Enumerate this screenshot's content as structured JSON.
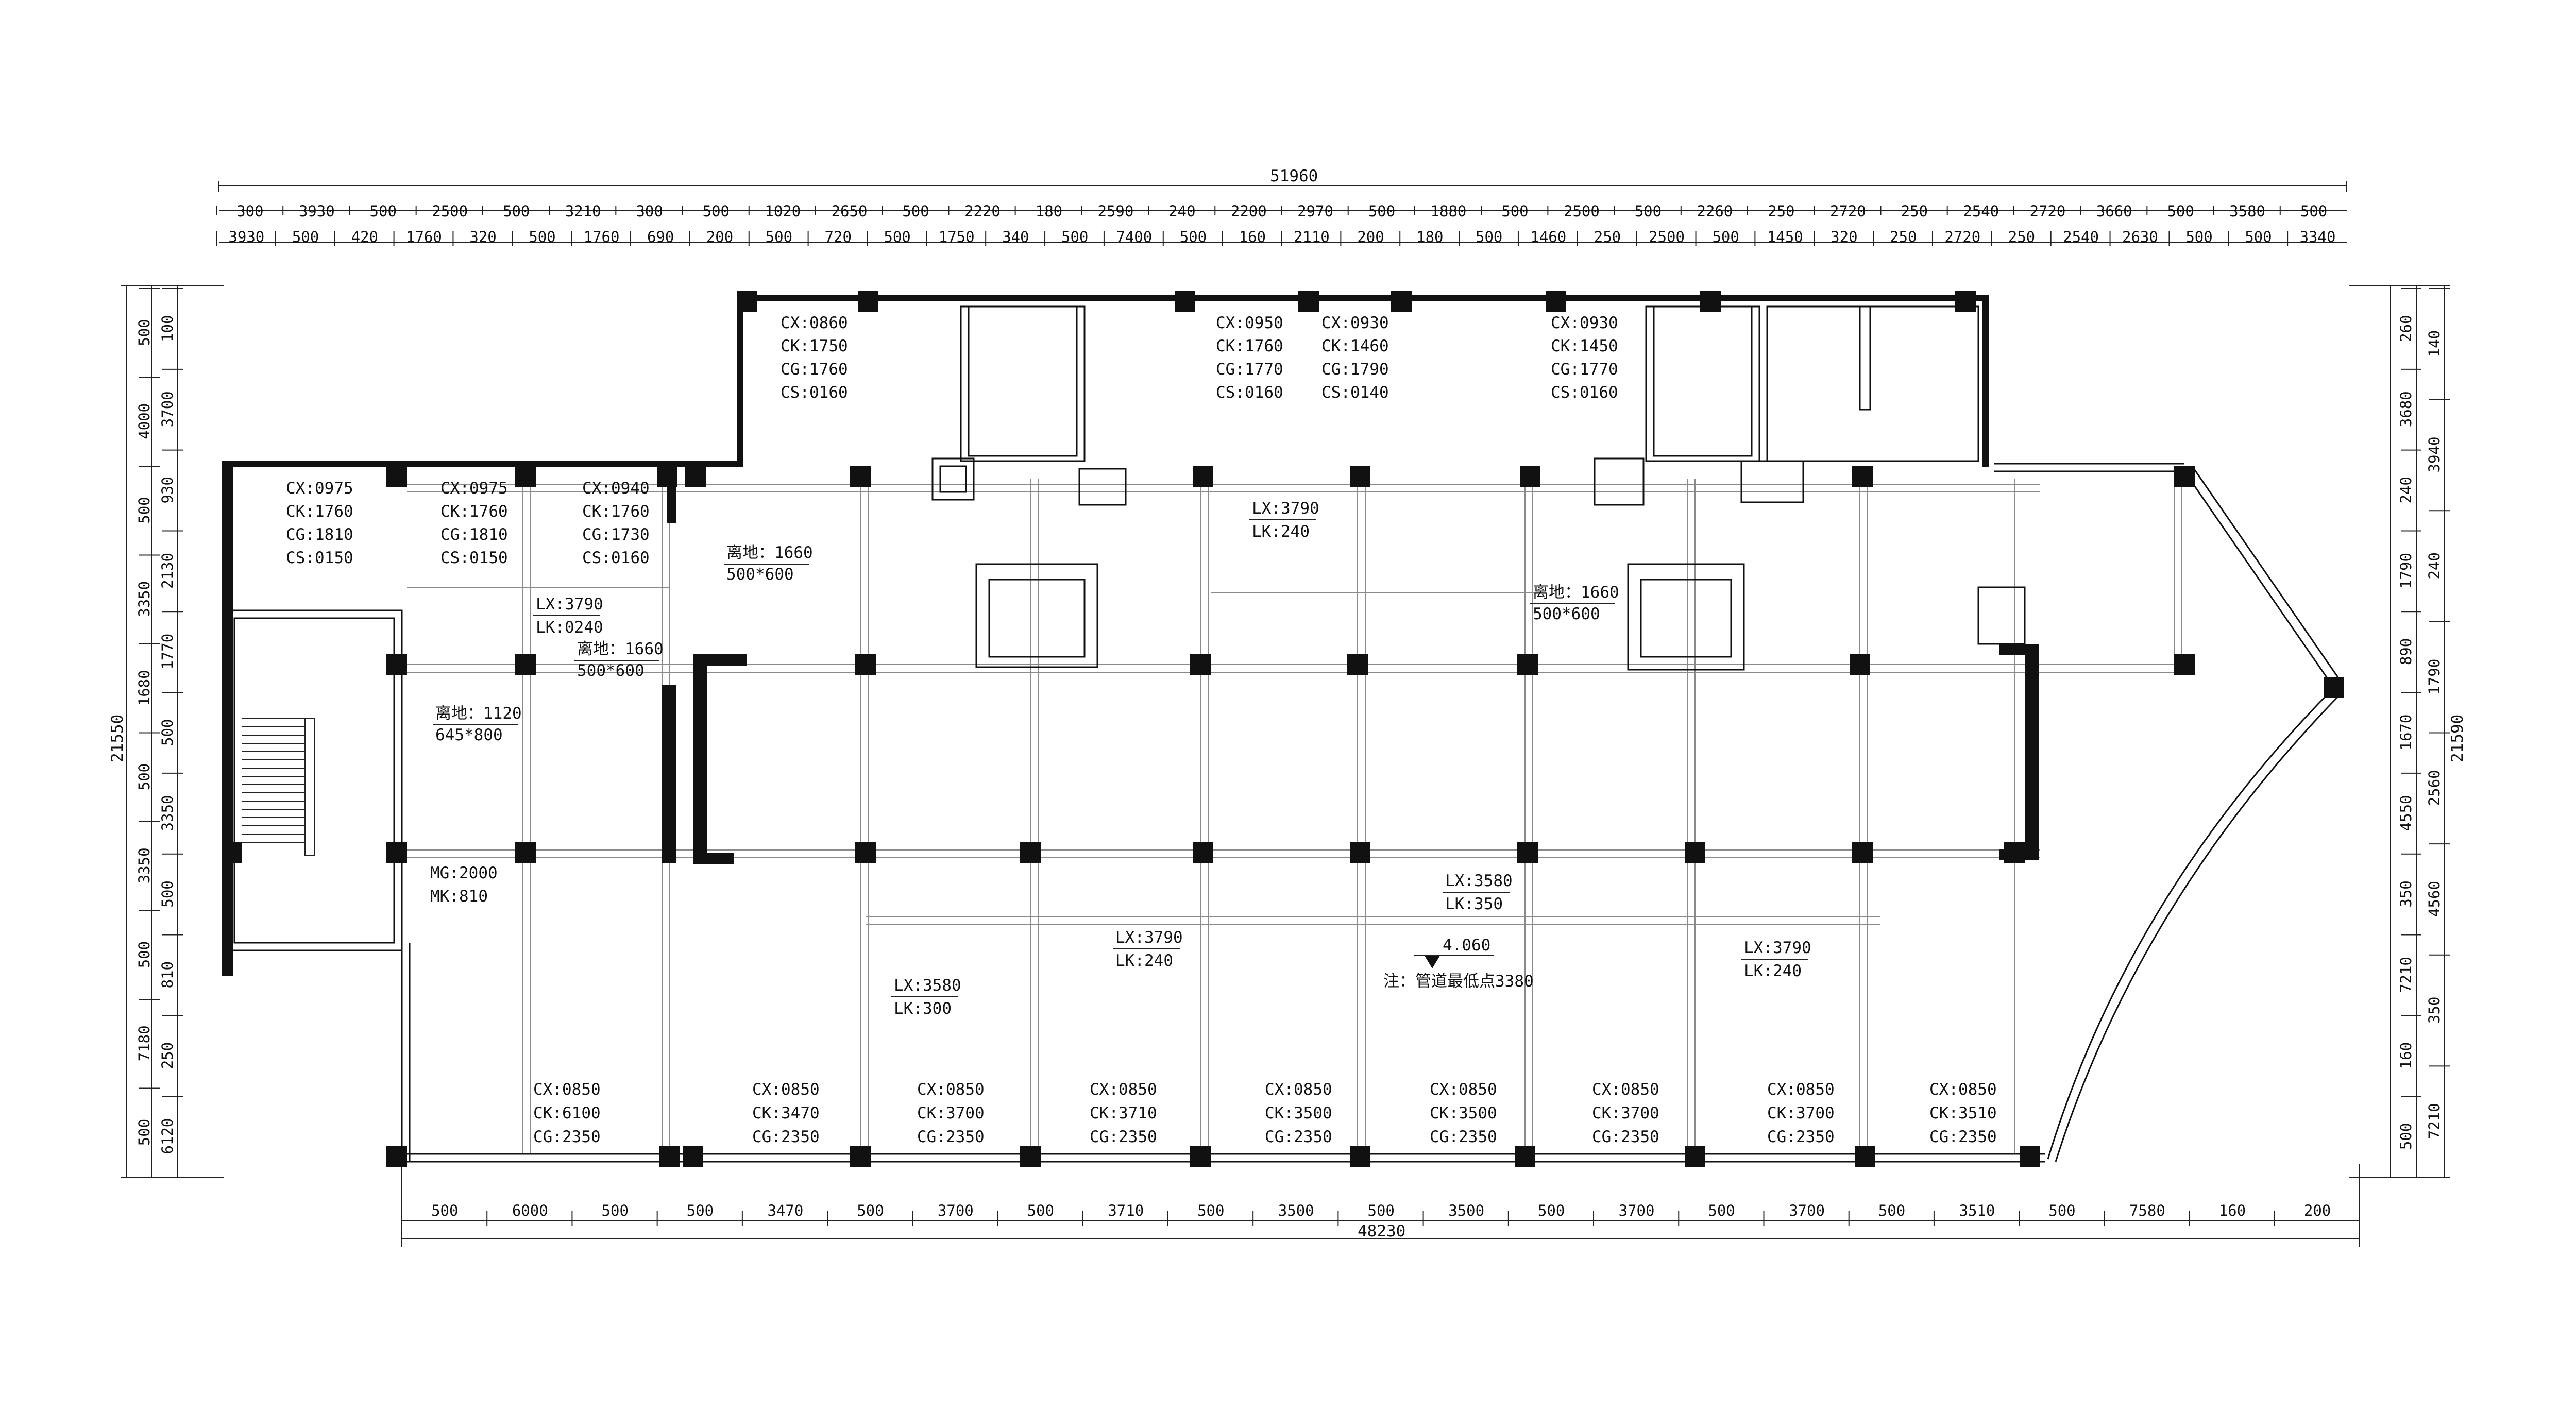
{
  "overall": {
    "top": "51960",
    "bottom": "48230",
    "left": "21550",
    "right": "21590"
  },
  "top_dims_row1": [
    "300",
    "3930",
    "500",
    "2500",
    "500",
    "3210",
    "300",
    "500",
    "1020",
    "2650",
    "500",
    "2220",
    "180",
    "2590",
    "240",
    "2200",
    "2970",
    "500",
    "1880",
    "500",
    "2500",
    "500",
    "2260",
    "250",
    "2720",
    "250",
    "2540",
    "2720",
    "3660",
    "500",
    "3580",
    "500"
  ],
  "top_dims_row2": [
    "3930",
    "500",
    "420",
    "1760",
    "320",
    "500",
    "1760",
    "690",
    "200",
    "500",
    "720",
    "500",
    "1750",
    "340",
    "500",
    "7400",
    "500",
    "160",
    "2110",
    "200",
    "180",
    "500",
    "1460",
    "250",
    "2500",
    "500",
    "1450",
    "320",
    "250",
    "2720",
    "250",
    "2540",
    "2630",
    "500",
    "500",
    "3340"
  ],
  "bottom_dims": [
    "500",
    "6000",
    "500",
    "500",
    "3470",
    "500",
    "3700",
    "500",
    "3710",
    "500",
    "3500",
    "500",
    "3500",
    "500",
    "3700",
    "500",
    "3700",
    "500",
    "3510",
    "500",
    "7580",
    "160",
    "200"
  ],
  "left_dims_outer": [
    "500",
    "4000",
    "500",
    "3350",
    "1680",
    "500",
    "3350",
    "500",
    "7180",
    "500"
  ],
  "left_dims_inner": [
    "100",
    "3700",
    "930",
    "2130",
    "1770",
    "500",
    "3350",
    "500",
    "810",
    "250",
    "6120"
  ],
  "right_dims_outer": [
    "260",
    "3680",
    "240",
    "1790",
    "890",
    "1670",
    "4550",
    "350",
    "7210",
    "160",
    "500"
  ],
  "right_dims_inner": [
    "140",
    "3940",
    "240",
    "1790",
    "2560",
    "4560",
    "350",
    "7210"
  ],
  "window_labels_top": [
    [
      "CX:0860",
      "CK:1750",
      "CG:1760",
      "CS:0160"
    ],
    [
      "CX:0950",
      "CK:1760",
      "CG:1770",
      "CS:0160"
    ],
    [
      "CX:0930",
      "CK:1460",
      "CG:1790",
      "CS:0140"
    ],
    [
      "CX:0930",
      "CK:1450",
      "CG:1770",
      "CS:0160"
    ]
  ],
  "window_labels_left": [
    [
      "CX:0975",
      "CK:1760",
      "CG:1810",
      "CS:0150"
    ],
    [
      "CX:0975",
      "CK:1760",
      "CG:1810",
      "CS:0150"
    ],
    [
      "CX:0940",
      "CK:1760",
      "CG:1730",
      "CS:0160"
    ]
  ],
  "window_labels_bottom": [
    [
      "CX:0850",
      "CK:6100",
      "CG:2350"
    ],
    [
      "CX:0850",
      "CK:3470",
      "CG:2350"
    ],
    [
      "CX:0850",
      "CK:3700",
      "CG:2350"
    ],
    [
      "CX:0850",
      "CK:3710",
      "CG:2350"
    ],
    [
      "CX:0850",
      "CK:3500",
      "CG:2350"
    ],
    [
      "CX:0850",
      "CK:3500",
      "CG:2350"
    ],
    [
      "CX:0850",
      "CK:3700",
      "CG:2350"
    ],
    [
      "CX:0850",
      "CK:3700",
      "CG:2350"
    ],
    [
      "CX:0850",
      "CK:3510",
      "CG:2350"
    ]
  ],
  "beam_labels": [
    [
      "LX:3790",
      "LK:240"
    ],
    [
      "LX:3790",
      "LK:0240"
    ],
    [
      "LX:3580",
      "LK:350"
    ],
    [
      "LX:3790",
      "LK:240"
    ],
    [
      "LX:3580",
      "LK:300"
    ],
    [
      "LX:3790",
      "LK:240"
    ]
  ],
  "height_labels": [
    [
      "离地：1660",
      "500*600"
    ],
    [
      "离地：1660",
      "500*600"
    ],
    [
      "离地：1660",
      "500*600"
    ],
    [
      "离地：1120",
      "645*800"
    ]
  ],
  "door_label": [
    "MG:2000",
    "MK:810"
  ],
  "elevation": "4.060",
  "note": "注：管道最低点3380"
}
